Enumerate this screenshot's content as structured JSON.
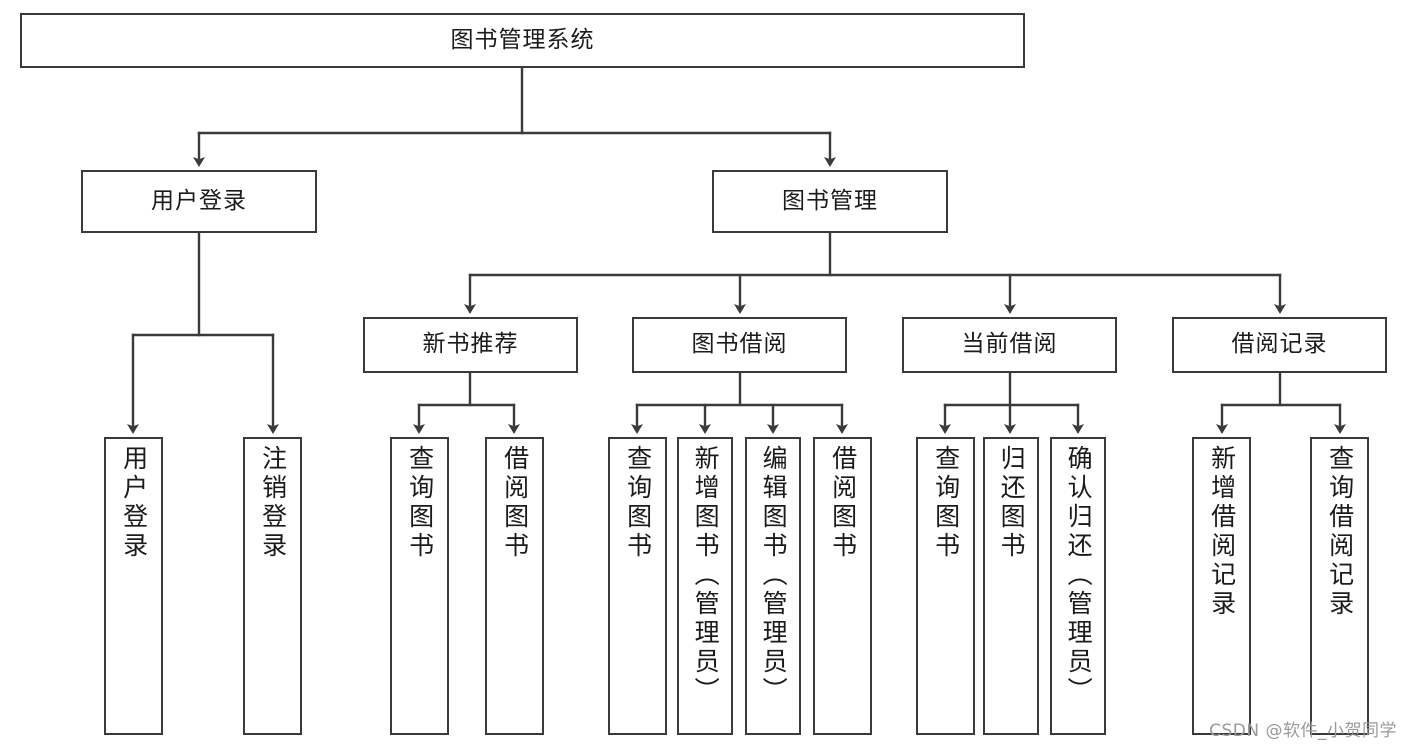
{
  "diagram": {
    "title": "图书管理系统",
    "type": "tree",
    "watermark": "CSDN @软件_小贺同学",
    "colors": {
      "box_border": "#3a3a3a",
      "box_fill": "#ffffff",
      "connector": "#3a3a3a",
      "text": "#1b1b1b",
      "watermark": "#9a9a9a"
    },
    "levels": {
      "root": "图书管理系统",
      "level2": [
        "用户登录",
        "图书管理"
      ],
      "level3": [
        "新书推荐",
        "图书借阅",
        "当前借阅",
        "借阅记录"
      ]
    },
    "nodes": {
      "root": {
        "label": "图书管理系统"
      },
      "user_login": {
        "label": "用户登录"
      },
      "book_manage": {
        "label": "图书管理"
      },
      "new_book_rec": {
        "label": "新书推荐"
      },
      "book_borrow": {
        "label": "图书借阅"
      },
      "current_borrow": {
        "label": "当前借阅"
      },
      "borrow_record": {
        "label": "借阅记录"
      },
      "leaf_user_login": {
        "label": "用户登录"
      },
      "leaf_user_logout": {
        "label": "注销登录"
      },
      "leaf_query_book_1": {
        "label": "查询图书"
      },
      "leaf_borrow_book_1": {
        "label": "借阅图书"
      },
      "leaf_query_book_2": {
        "label": "查询图书"
      },
      "leaf_add_book": {
        "label": "新增图书（管理员）"
      },
      "leaf_edit_book": {
        "label": "编辑图书（管理员）"
      },
      "leaf_borrow_book_2": {
        "label": "借阅图书"
      },
      "leaf_query_book_3": {
        "label": "查询图书"
      },
      "leaf_return_book": {
        "label": "归还图书"
      },
      "leaf_confirm_return": {
        "label": "确认归还（管理员）"
      },
      "leaf_add_record": {
        "label": "新增借阅记录"
      },
      "leaf_query_record": {
        "label": "查询借阅记录"
      }
    }
  }
}
